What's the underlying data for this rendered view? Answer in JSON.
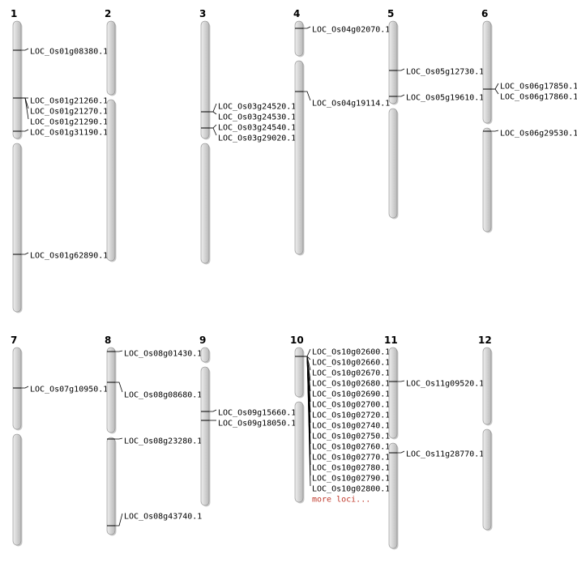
{
  "chromosomes": [
    {
      "num": "1",
      "loci": [
        "LOC_Os01g08380.1",
        "LOC_Os01g21260.1",
        "LOC_Os01g21270.1",
        "LOC_Os01g21290.1",
        "LOC_Os01g31190.1",
        "LOC_Os01g62890.1"
      ]
    },
    {
      "num": "2",
      "loci": []
    },
    {
      "num": "3",
      "loci": [
        "LOC_Os03g24520.1",
        "LOC_Os03g24530.1",
        "LOC_Os03g24540.1",
        "LOC_Os03g29020.1"
      ]
    },
    {
      "num": "4",
      "loci": [
        "LOC_Os04g02070.1",
        "LOC_Os04g19114.1"
      ]
    },
    {
      "num": "5",
      "loci": [
        "LOC_Os05g12730.1",
        "LOC_Os05g19610.1"
      ]
    },
    {
      "num": "6",
      "loci": [
        "LOC_Os06g17850.1",
        "LOC_Os06g17860.1",
        "LOC_Os06g29530.1"
      ]
    },
    {
      "num": "7",
      "loci": [
        "LOC_Os07g10950.1"
      ]
    },
    {
      "num": "8",
      "loci": [
        "LOC_Os08g01430.1",
        "LOC_Os08g08680.1",
        "LOC_Os08g23280.1",
        "LOC_Os08g43740.1"
      ]
    },
    {
      "num": "9",
      "loci": [
        "LOC_Os09g15660.1",
        "LOC_Os09g18050.1"
      ]
    },
    {
      "num": "10",
      "loci": [
        "LOC_Os10g02600.1",
        "LOC_Os10g02660.1",
        "LOC_Os10g02670.1",
        "LOC_Os10g02680.1",
        "LOC_Os10g02690.1",
        "LOC_Os10g02700.1",
        "LOC_Os10g02720.1",
        "LOC_Os10g02740.1",
        "LOC_Os10g02750.1",
        "LOC_Os10g02760.1",
        "LOC_Os10g02770.1",
        "LOC_Os10g02780.1",
        "LOC_Os10g02790.1",
        "LOC_Os10g02800.1"
      ],
      "more_label": "more loci..."
    },
    {
      "num": "11",
      "loci": [
        "LOC_Os11g09520.1",
        "LOC_Os11g28770.1"
      ]
    },
    {
      "num": "12",
      "loci": []
    }
  ],
  "colors": {
    "chromosome_fill": "#d4d4d4",
    "chromosome_edge": "#8a8a8a",
    "marker": "#000000",
    "more_link": "#c0392b"
  }
}
